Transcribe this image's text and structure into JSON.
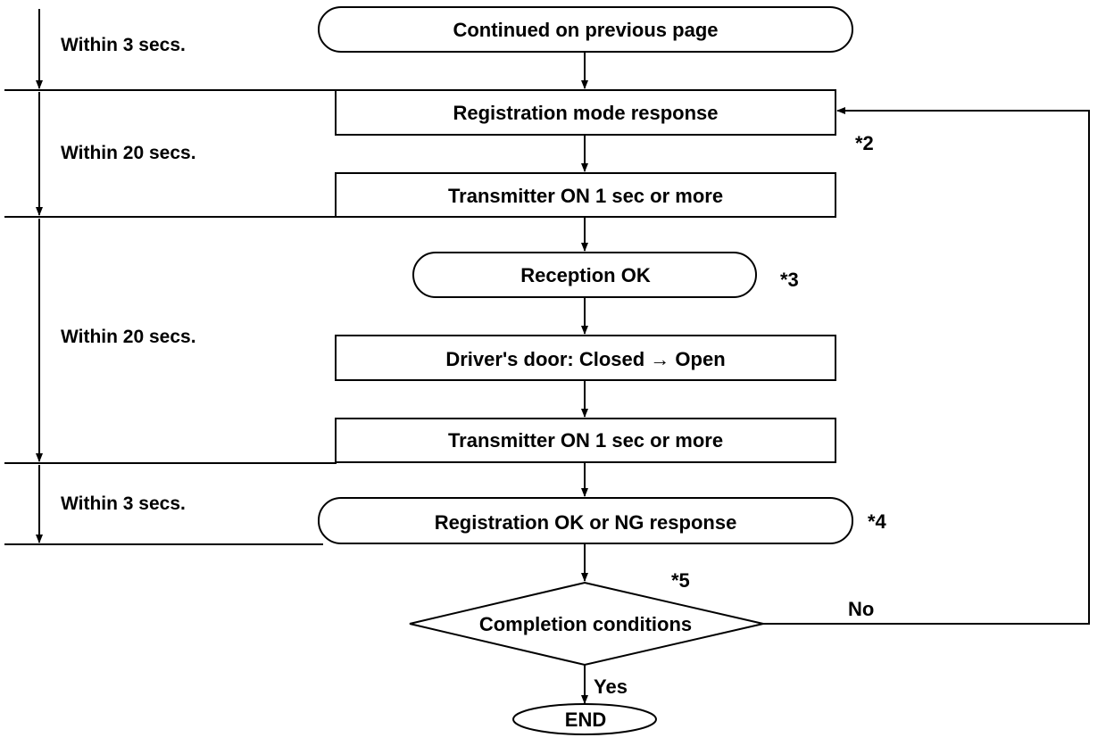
{
  "timing_labels": {
    "t1": "Within 3 secs.",
    "t2": "Within 20 secs.",
    "t3": "Within 20 secs.",
    "t4": "Within 3 secs."
  },
  "nodes": {
    "continued": "Continued on previous page",
    "reg_mode": "Registration mode response",
    "tx_on_1": "Transmitter ON 1 sec or more",
    "reception_ok": "Reception OK",
    "drivers_door": "Driver's door: Closed → Open",
    "tx_on_2": "Transmitter ON 1 sec or more",
    "reg_ok_ng": "Registration OK or NG response",
    "completion": "Completion conditions",
    "end": "END"
  },
  "notes": {
    "n2": "*2",
    "n3": "*3",
    "n4": "*4",
    "n5": "*5"
  },
  "branches": {
    "no": "No",
    "yes": "Yes"
  }
}
